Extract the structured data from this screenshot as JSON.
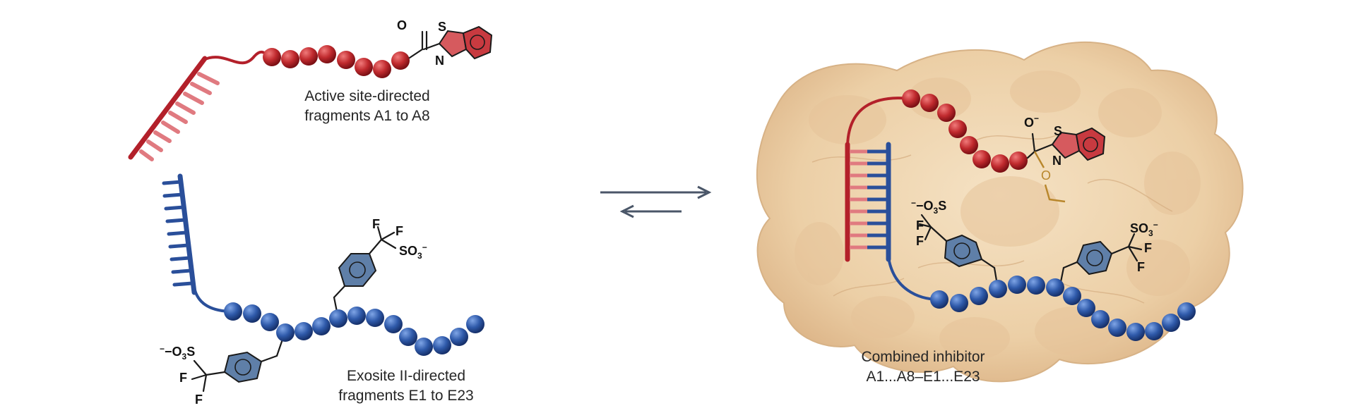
{
  "labels": {
    "active_fragments_line1": "Active site-directed",
    "active_fragments_line2": "fragments A1 to A8",
    "exosite_fragments_line1": "Exosite II-directed",
    "exosite_fragments_line2": "fragments E1 to E23",
    "combined_line1": "Combined inhibitor",
    "combined_line2": "A1...A8–E1...E23"
  },
  "chem": {
    "oxygen": "O",
    "sulfur": "S",
    "nitrogen": "N",
    "fluorine": "F",
    "oxyanion": "O",
    "minus": "−",
    "sulfonate_so": "SO",
    "sulfonate_sub": "3",
    "sulfonate_left_prefix": "−O",
    "sulfonate_left_s": "S",
    "ester_oxygen": "O"
  },
  "colors": {
    "active_red": "#b3202a",
    "active_red_light": "#e07a80",
    "exosite_blue": "#2a4f9a",
    "protein_tan": "#f1d9b6",
    "protein_shade": "#ddb98b",
    "arrow": "#4a5668",
    "linker_gold": "#b8862b"
  }
}
